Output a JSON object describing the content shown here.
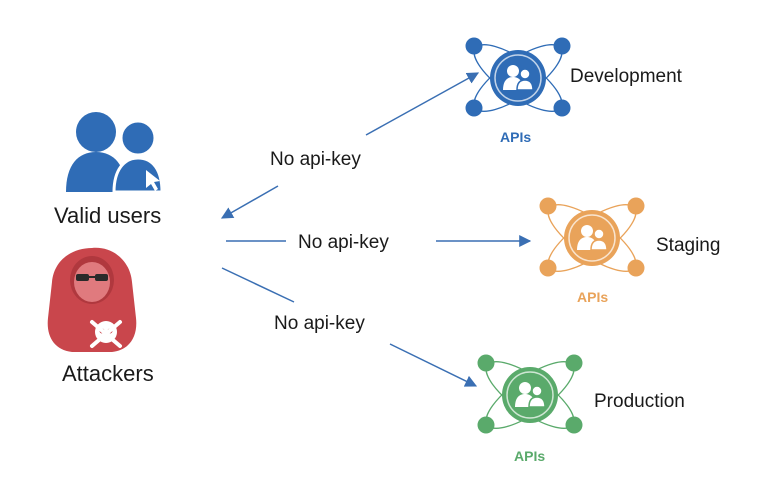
{
  "actors": {
    "valid_users": {
      "label": "Valid users",
      "color": "#2f6cb6"
    },
    "attackers": {
      "label": "Attackers",
      "color": "#c9464c"
    }
  },
  "edges": [
    {
      "label": "No api-key",
      "target": "development"
    },
    {
      "label": "No api-key",
      "target": "staging"
    },
    {
      "label": "No api-key",
      "target": "production"
    }
  ],
  "environments": [
    {
      "id": "development",
      "name": "Development",
      "badge": "APIs",
      "color": "#2f6cb6",
      "icon": "api-hub-icon"
    },
    {
      "id": "staging",
      "name": "Staging",
      "badge": "APIs",
      "color": "#e9a35a",
      "icon": "api-hub-icon"
    },
    {
      "id": "production",
      "name": "Production",
      "badge": "APIs",
      "color": "#5aaa6b",
      "icon": "api-hub-icon"
    }
  ],
  "arrow_color": "#3a6fb3"
}
